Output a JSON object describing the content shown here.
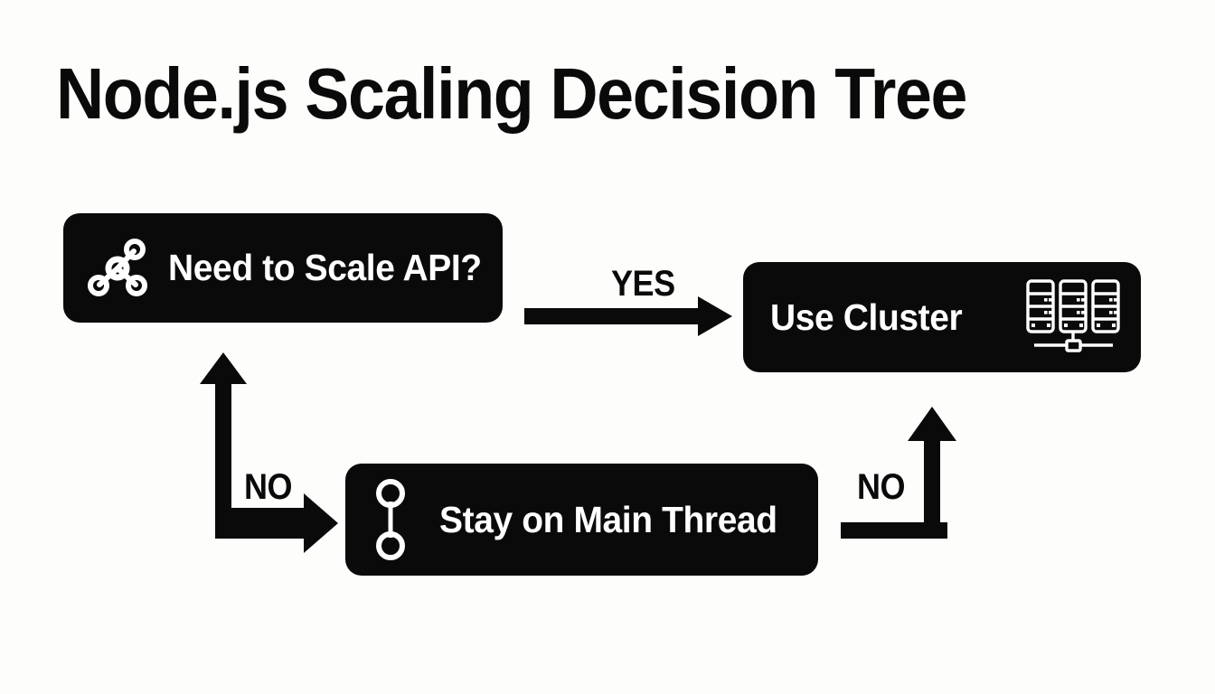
{
  "page": {
    "title": "Node.js Scaling Decision Tree",
    "background_color": "#fdfdfc",
    "node_color": "#0a0a0a",
    "node_text_color": "#ffffff",
    "arrow_color": "#0a0a0a"
  },
  "nodes": [
    {
      "id": "need-scale-api",
      "label": "Need to Scale API?",
      "icon": "network-nodes-icon",
      "icon_position": "left"
    },
    {
      "id": "use-cluster",
      "label": "Use Cluster",
      "icon": "server-cluster-icon",
      "icon_position": "right"
    },
    {
      "id": "stay-on-main-thread",
      "label": "Stay on Main Thread",
      "icon": "thread-link-icon",
      "icon_position": "left"
    }
  ],
  "edges": [
    {
      "id": "yes-edge",
      "label": "YES",
      "from": "need-scale-api",
      "to": "use-cluster",
      "shape": "straight-right-arrow"
    },
    {
      "id": "no-edge-left",
      "label": "NO",
      "from": "need-scale-api",
      "to": "stay-on-main-thread",
      "shape": "elbow-double-arrow-up-right"
    },
    {
      "id": "no-edge-right",
      "label": "NO",
      "from": "stay-on-main-thread",
      "to": "use-cluster",
      "shape": "elbow-arrow-right-up"
    }
  ]
}
